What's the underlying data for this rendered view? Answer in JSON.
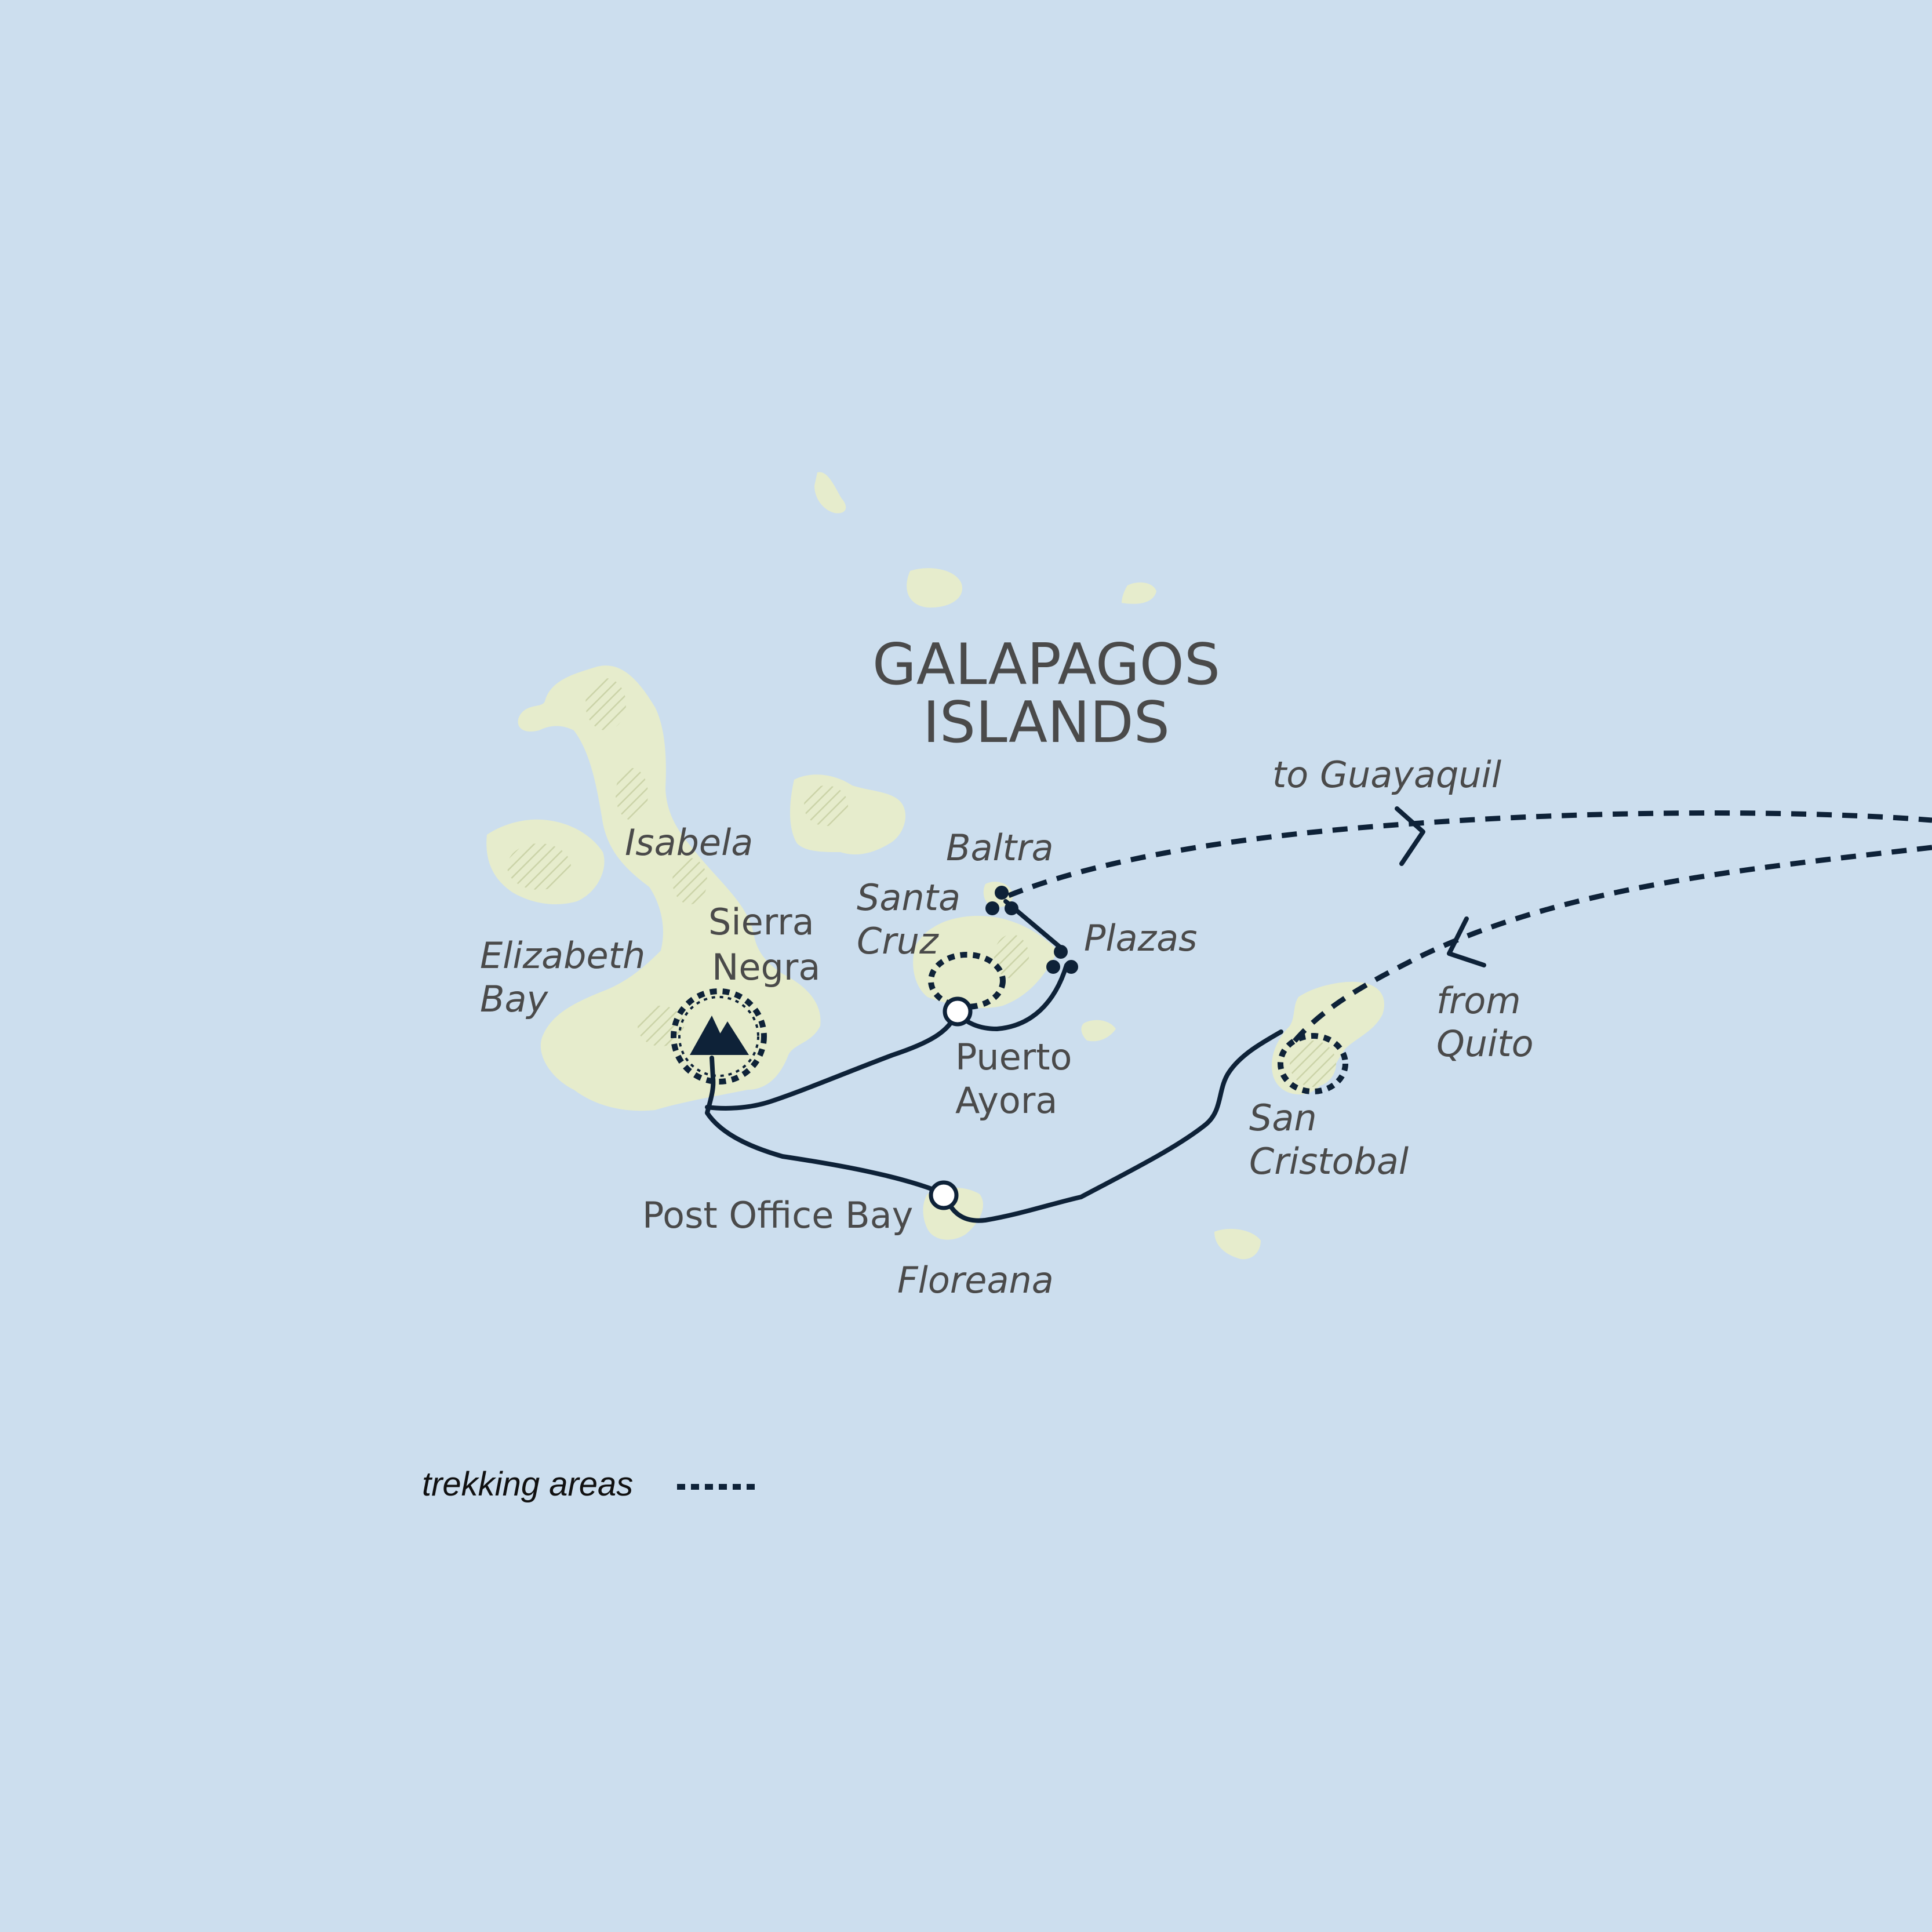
{
  "map": {
    "title_line1": "GALAPAGOS",
    "title_line2": "ISLANDS",
    "colors": {
      "sea": "#ccdeee",
      "land": "#e6eccc",
      "route": "#0e2238",
      "text": "#4a4a4a"
    },
    "islands": {
      "isabela": "Isabela",
      "santa_cruz_1": "Santa",
      "santa_cruz_2": "Cruz",
      "baltra": "Baltra",
      "plazas": "Plazas",
      "floreana": "Floreana",
      "san_cristobal_1": "San",
      "san_cristobal_2": "Cristobal"
    },
    "places": {
      "sierra_negra_1": "Sierra",
      "sierra_negra_2": "Negra",
      "elizabeth_bay_1": "Elizabeth",
      "elizabeth_bay_2": "Bay",
      "puerto_ayora_1": "Puerto",
      "puerto_ayora_2": "Ayora",
      "post_office_bay": "Post Office Bay"
    },
    "connections": {
      "to_guayaquil": "to Guayaquil",
      "from_quito_1": "from",
      "from_quito_2": "Quito"
    },
    "legend": {
      "trekking_label": "trekking areas",
      "trekking_icon": "dotted-line-icon"
    },
    "icons": {
      "volcano": "volcano-icon",
      "stop": "stop-circle-icon",
      "wildlife_site": "three-dot-cluster-icon"
    }
  }
}
